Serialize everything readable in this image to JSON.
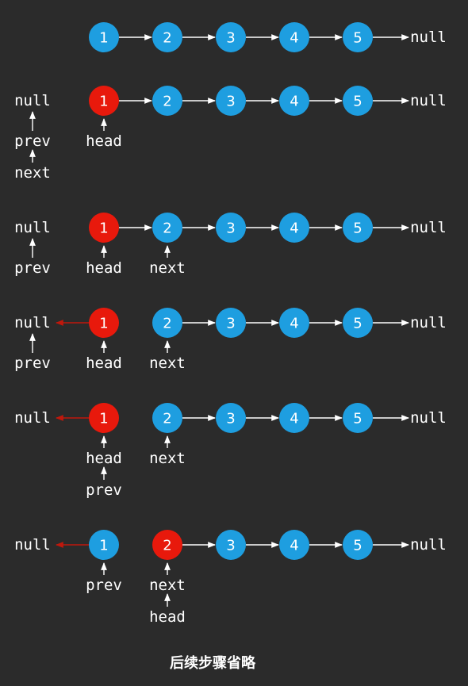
{
  "colors": {
    "background": "#2b2b2b",
    "node_blue": "#1e9ee0",
    "node_red": "#e8190c",
    "arrow_white": "#ffffff",
    "arrow_red": "#c0180c",
    "text": "#ffffff"
  },
  "rows": [
    {
      "nodes": [
        {
          "label": "1",
          "color": "blue"
        },
        {
          "label": "2",
          "color": "blue"
        },
        {
          "label": "3",
          "color": "blue"
        },
        {
          "label": "4",
          "color": "blue"
        },
        {
          "label": "5",
          "color": "blue"
        }
      ],
      "left_null": "",
      "reversed_link": false,
      "break_after_first": false,
      "tail_null": "null",
      "pointers": []
    },
    {
      "nodes": [
        {
          "label": "1",
          "color": "red"
        },
        {
          "label": "2",
          "color": "blue"
        },
        {
          "label": "3",
          "color": "blue"
        },
        {
          "label": "4",
          "color": "blue"
        },
        {
          "label": "5",
          "color": "blue"
        }
      ],
      "left_null": "null",
      "reversed_link": false,
      "break_after_first": false,
      "tail_null": "null",
      "pointers": [
        {
          "column": "null",
          "labels": [
            "prev",
            "next"
          ]
        },
        {
          "column": "1",
          "labels": [
            "head"
          ]
        }
      ]
    },
    {
      "nodes": [
        {
          "label": "1",
          "color": "red"
        },
        {
          "label": "2",
          "color": "blue"
        },
        {
          "label": "3",
          "color": "blue"
        },
        {
          "label": "4",
          "color": "blue"
        },
        {
          "label": "5",
          "color": "blue"
        }
      ],
      "left_null": "null",
      "reversed_link": false,
      "break_after_first": false,
      "tail_null": "null",
      "pointers": [
        {
          "column": "null",
          "labels": [
            "prev"
          ]
        },
        {
          "column": "1",
          "labels": [
            "head"
          ]
        },
        {
          "column": "2",
          "labels": [
            "next"
          ]
        }
      ]
    },
    {
      "nodes": [
        {
          "label": "1",
          "color": "red"
        },
        {
          "label": "2",
          "color": "blue"
        },
        {
          "label": "3",
          "color": "blue"
        },
        {
          "label": "4",
          "color": "blue"
        },
        {
          "label": "5",
          "color": "blue"
        }
      ],
      "left_null": "null",
      "reversed_link": true,
      "break_after_first": true,
      "tail_null": "null",
      "pointers": [
        {
          "column": "null",
          "labels": [
            "prev"
          ]
        },
        {
          "column": "1",
          "labels": [
            "head"
          ]
        },
        {
          "column": "2",
          "labels": [
            "next"
          ]
        }
      ]
    },
    {
      "nodes": [
        {
          "label": "1",
          "color": "red"
        },
        {
          "label": "2",
          "color": "blue"
        },
        {
          "label": "3",
          "color": "blue"
        },
        {
          "label": "4",
          "color": "blue"
        },
        {
          "label": "5",
          "color": "blue"
        }
      ],
      "left_null": "null",
      "reversed_link": true,
      "break_after_first": true,
      "tail_null": "null",
      "pointers": [
        {
          "column": "1",
          "labels": [
            "head",
            "prev"
          ]
        },
        {
          "column": "2",
          "labels": [
            "next"
          ]
        }
      ]
    },
    {
      "nodes": [
        {
          "label": "1",
          "color": "blue"
        },
        {
          "label": "2",
          "color": "red"
        },
        {
          "label": "3",
          "color": "blue"
        },
        {
          "label": "4",
          "color": "blue"
        },
        {
          "label": "5",
          "color": "blue"
        }
      ],
      "left_null": "null",
      "reversed_link": true,
      "break_after_first": true,
      "tail_null": "null",
      "pointers": [
        {
          "column": "1",
          "labels": [
            "prev"
          ]
        },
        {
          "column": "2",
          "labels": [
            "next",
            "head"
          ]
        }
      ]
    }
  ],
  "caption": "后续步骤省略"
}
